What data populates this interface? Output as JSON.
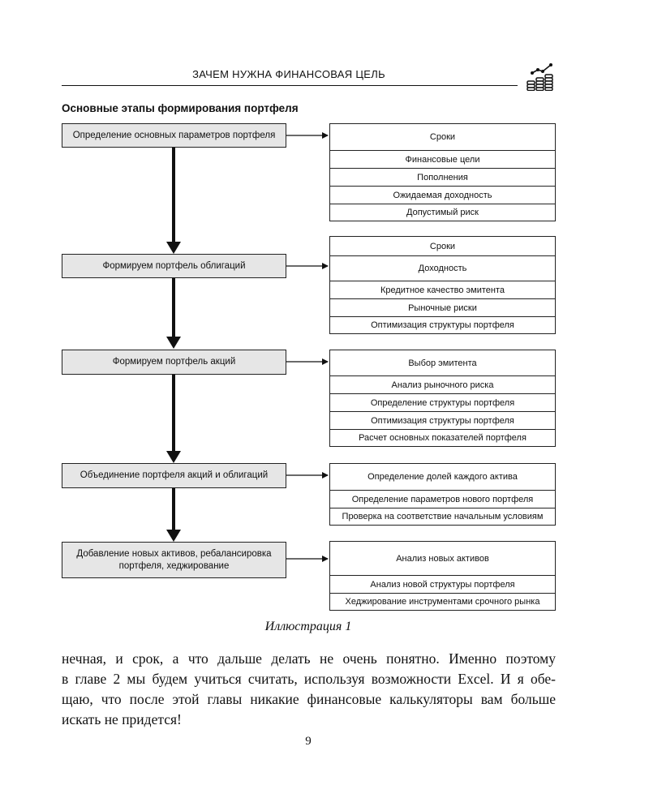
{
  "header": {
    "title": "ЗАЧЕМ НУЖНА ФИНАНСОВАЯ ЦЕЛЬ",
    "icon": "coins-growth-icon"
  },
  "section_title": "Основные этапы формирования портфеля",
  "stages": [
    {
      "label": "Определение основных параметров портфеля",
      "items": [
        "Сроки",
        "Финансовые цели",
        "Пополнения",
        "Ожидаемая доходность",
        "Допустимый риск"
      ]
    },
    {
      "label": "Формируем портфель облигаций",
      "items": [
        "Сроки",
        "Доходность",
        "Кредитное качество эмитента",
        "Рыночные риски",
        "Оптимизация структуры портфеля"
      ]
    },
    {
      "label": "Формируем портфель акций",
      "items": [
        "Выбор эмитента",
        "Анализ рыночного риска",
        "Определение структуры портфеля",
        "Оптимизация структуры портфеля",
        "Расчет основных показателей портфеля"
      ]
    },
    {
      "label": "Объединение портфеля акций и облигаций",
      "items": [
        "Определение долей каждого актива",
        "Определение параметров нового портфеля",
        "Проверка на соответствие начальным условиям"
      ]
    },
    {
      "label": "Добавление новых активов, ребалансировка портфеля, хеджирование",
      "items": [
        "Анализ новых активов",
        "Анализ новой структуры портфеля",
        "Хеджирование инструментами срочного рынка"
      ]
    }
  ],
  "caption": "Иллюстрация 1",
  "body_lines": [
    "нечная, и срок, а что дальше делать не очень понятно. Именно поэтому",
    "в главе 2 мы будем учиться считать, используя возможности Excel. И я обе-",
    "щаю, что после этой главы никакие финансовые калькуляторы вам больше",
    "искать не придется!"
  ],
  "page_number": "9",
  "colors": {
    "stage_fill": "#e6e6e6",
    "border": "#222222",
    "text": "#111111"
  }
}
